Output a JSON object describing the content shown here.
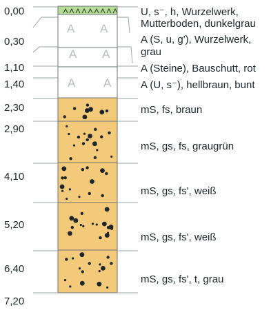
{
  "profile": {
    "depths": [
      "0,00",
      "0,30",
      "1,10",
      "1,40",
      "2,30",
      "2,90",
      "4,10",
      "5,20",
      "6,40",
      "7,20"
    ],
    "layers": [
      {
        "desc_lines": [
          "U, s⁻, h, Wurzelwerk,",
          "Mutterboden, dunkelgrau"
        ],
        "fill": "green-topsoil"
      },
      {
        "desc_lines": [
          "A (S, u, g'), Wurzelwerk,",
          "grau"
        ],
        "fill": "fill-A"
      },
      {
        "desc_lines": [
          "A (Steine), Bauschutt, rot"
        ],
        "fill": "fill-A"
      },
      {
        "desc_lines": [
          "A (U, s⁻), hellbraun, bunt"
        ],
        "fill": "fill-A"
      },
      {
        "desc_lines": [
          "mS, fs, braun"
        ],
        "fill": "sand"
      },
      {
        "desc_lines": [
          "mS, gs, fs, graugrün"
        ],
        "fill": "sand"
      },
      {
        "desc_lines": [
          "mS, gs, fs', weiß"
        ],
        "fill": "sand"
      },
      {
        "desc_lines": [
          "mS, gs, fs', weiß"
        ],
        "fill": "sand"
      },
      {
        "desc_lines": [
          "mS, gs, fs', t, grau"
        ],
        "fill": "sand"
      }
    ],
    "fill_symbol": "A",
    "colors": {
      "sand": "#f3c97a",
      "topsoil": "#b5dc96",
      "ink": "#1f2528",
      "line": "#6e7479"
    }
  }
}
